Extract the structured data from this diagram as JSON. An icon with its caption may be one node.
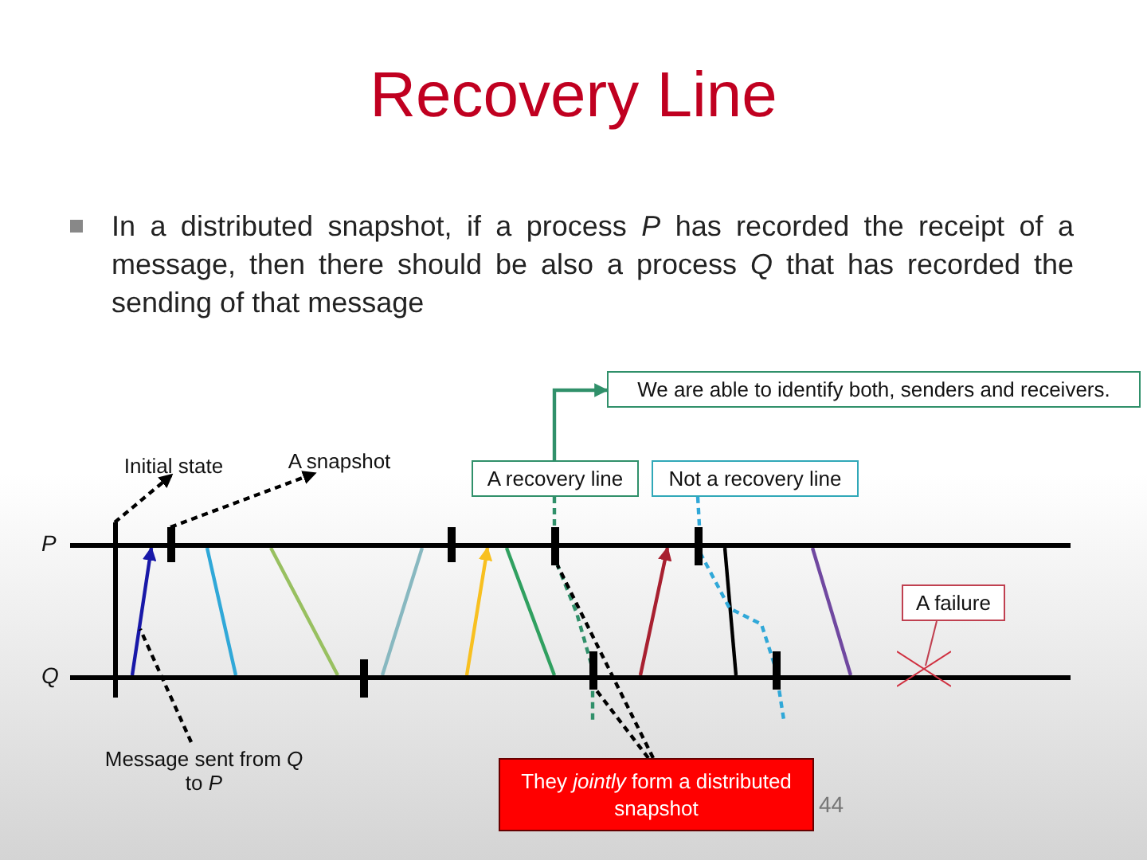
{
  "diagram": {
    "title": "Recovery Line",
    "nodes": [
      {
        "text": [
          "Initial state"
        ]
      },
      {
        "text": [
          "A snapshot"
        ]
      },
      {
        "text": [
          "A recovery line"
        ]
      },
      {
        "text": [
          "Not a recovery line"
        ]
      },
      {
        "text": [
          "We are able to identify both, senders and receivers."
        ]
      },
      {
        "text": [
          "A failure"
        ]
      },
      {
        "text": [
          "Message sent from *Q* to *P*"
        ]
      },
      {
        "text": [
          "They *jointly* form a distributed snapshot"
        ]
      },
      {
        "text": [
          "P"
        ]
      },
      {
        "text": [
          "Q"
        ]
      },
      {
        "text": [],
        "shape": "bar"
      },
      {
        "text": [],
        "shape": "bar"
      },
      {
        "text": [],
        "shape": "bar"
      },
      {
        "text": [],
        "shape": "bar"
      },
      {
        "text": [],
        "shape": "bar"
      },
      {
        "text": [],
        "shape": "bar"
      },
      {
        "text": [],
        "shape": "bar"
      },
      {
        "text": [],
        "shape": "bar"
      },
      {
        "text": [],
        "shape": "cross"
      }
    ],
    "edges": [
      {
        "from": 10,
        "to": 0,
        "arrow": "to",
        "style": "dashed"
      },
      {
        "from": 11,
        "to": 1,
        "arrow": "to",
        "style": "dashed"
      },
      {
        "from": 9,
        "to": 8,
        "arrow": "to",
        "color": "#1818a8"
      },
      {
        "from": 8,
        "to": 9,
        "arrow": "none",
        "color": "#30a8d8"
      },
      {
        "from": 8,
        "to": 9,
        "arrow": "none",
        "color": "#98c060"
      },
      {
        "from": 9,
        "to": 8,
        "arrow": "none",
        "color": "#88b8c0"
      },
      {
        "from": 9,
        "to": 8,
        "arrow": "to",
        "color": "#f8c020"
      },
      {
        "from": 8,
        "to": 9,
        "arrow": "none",
        "color": "#30a060"
      },
      {
        "from": 9,
        "to": 8,
        "arrow": "to",
        "color": "#a82030"
      },
      {
        "from": 8,
        "to": 9,
        "arrow": "none"
      },
      {
        "from": 8,
        "to": 9,
        "arrow": "none",
        "color": "#7048a0"
      },
      {
        "from": 2,
        "to": 4,
        "arrow": "to",
        "color": "#30906a"
      },
      {
        "from": 2,
        "to": null,
        "arrow": "none",
        "style": "dashed",
        "color": "#30906a"
      },
      {
        "from": 3,
        "to": null,
        "arrow": "none",
        "style": "dashed",
        "color": "#30a8d8"
      },
      {
        "from": 7,
        "to": 14,
        "arrow": "none",
        "style": "dashed"
      },
      {
        "from": 7,
        "to": 15,
        "arrow": "none",
        "style": "dashed"
      },
      {
        "from": 6,
        "to": null,
        "arrow": "none",
        "style": "dashed"
      },
      {
        "from": 5,
        "to": 18,
        "arrow": "none",
        "color": "#c04050"
      }
    ],
    "labels": [
      "In a distributed snapshot, if a process *P* has recorded the receipt of a message, then there should be also a process *Q* that has recorded the sending of that message",
      "44"
    ]
  }
}
